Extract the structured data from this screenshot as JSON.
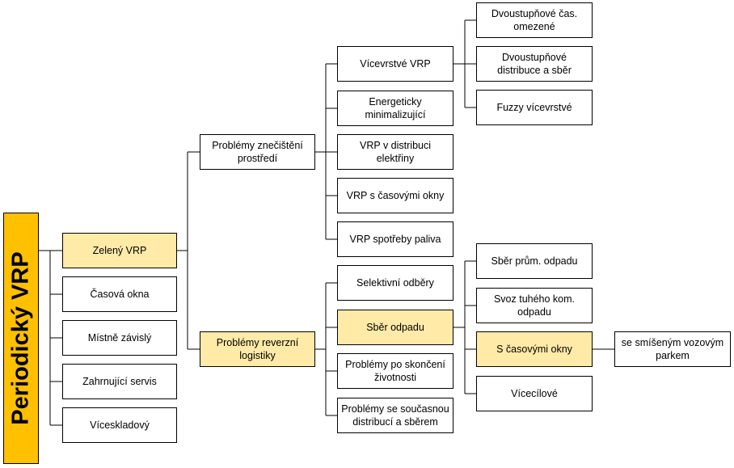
{
  "diagram": {
    "root": "Periodický VRP",
    "level1": [
      "Zelený VRP",
      "Časová okna",
      "Místně závislý",
      "Zahrnující servis",
      "Víceskladový"
    ],
    "branch_pollution": "Problémy znečištění prostředí",
    "branch_reverse": "Problémy reverzní logistiky",
    "pollution_items": [
      "Vícevrstvé VRP",
      "Energeticky minimalizující",
      "VRP v distribuci elektřiny",
      "VRP s časovými okny",
      "VRP spotřeby paliva"
    ],
    "multilayer_items": [
      "Dvoustupňové čas. omezené",
      "Dvoustupňové distribuce a sběr",
      "Fuzzy vícevrstvé"
    ],
    "reverse_items": [
      "Selektivní odběry",
      "Sběr odpadu",
      "Problémy po skončení životnosti",
      "Problémy se současnou distribucí a sběrem"
    ],
    "waste_items": [
      "Sběr prům. odpadu",
      "Svoz tuhého kom. odpadu",
      "S časovými okny",
      "Vícecílové"
    ],
    "time_window_items": [
      "se smíšeným vozovým parkem"
    ]
  },
  "colors": {
    "root_fill": "#ffc000",
    "highlight_fill": "#ffeaa7",
    "border": "#000000"
  }
}
